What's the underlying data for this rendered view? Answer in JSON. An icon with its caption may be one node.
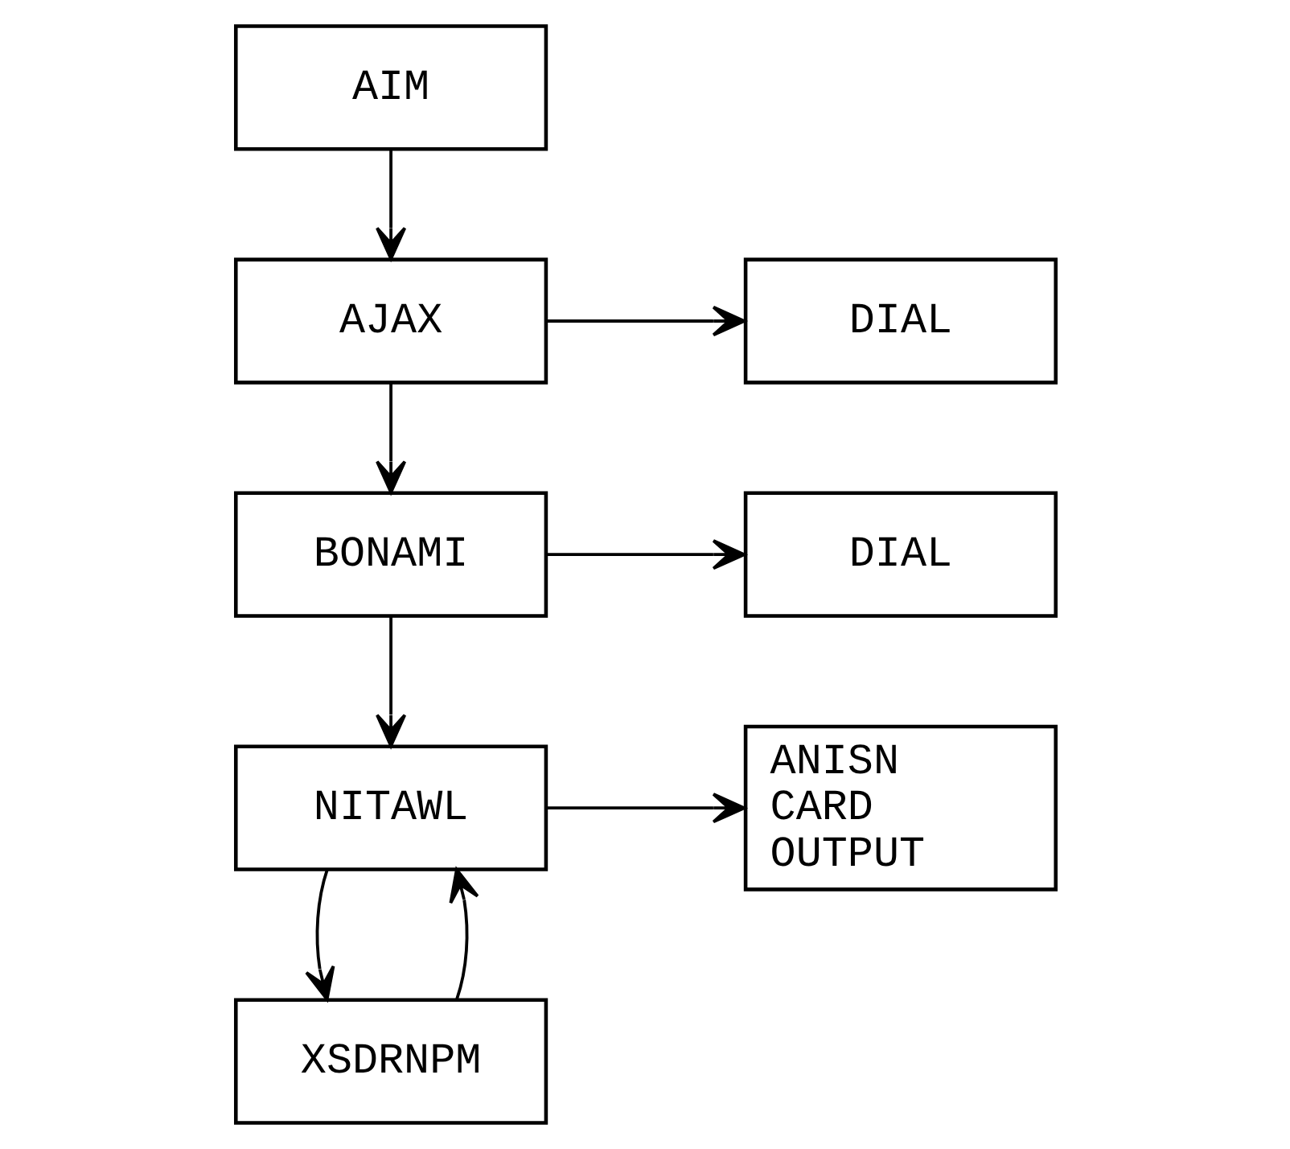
{
  "diagram": {
    "nodes": [
      {
        "text": [
          "AIM"
        ]
      },
      {
        "text": [
          "AJAX"
        ]
      },
      {
        "text": [
          "DIAL"
        ]
      },
      {
        "text": [
          "BONAMI"
        ]
      },
      {
        "text": [
          "DIAL"
        ]
      },
      {
        "text": [
          "ANISN CARD OUTPUT"
        ]
      },
      {
        "text": [
          "NITAWL"
        ]
      },
      {
        "text": [
          "XSDRNPM"
        ]
      }
    ],
    "edges": [
      {
        "from": 0,
        "to": 1,
        "arrow": "to"
      },
      {
        "from": 1,
        "to": 2,
        "arrow": "to"
      },
      {
        "from": 1,
        "to": 3,
        "arrow": "to"
      },
      {
        "from": 3,
        "to": 4,
        "arrow": "to"
      },
      {
        "from": 3,
        "to": 6,
        "arrow": "to"
      },
      {
        "from": 6,
        "to": 5,
        "arrow": "to"
      },
      {
        "from": 6,
        "to": 7,
        "arrow": "to"
      },
      {
        "from": 7,
        "to": 6,
        "arrow": "to"
      }
    ]
  }
}
